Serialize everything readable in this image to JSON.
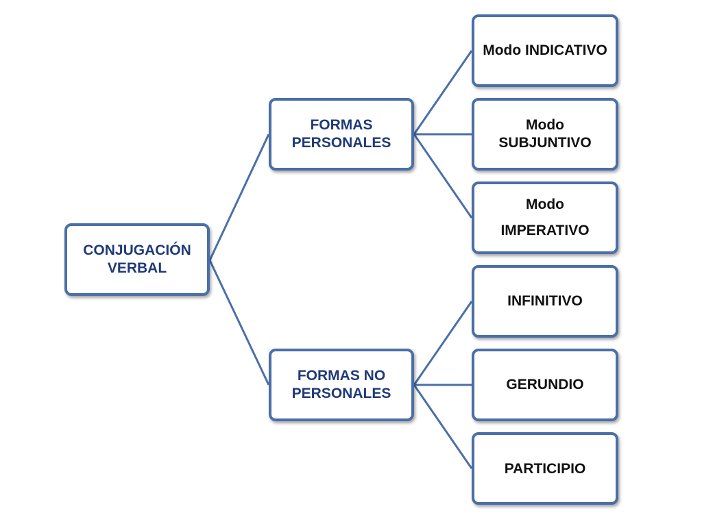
{
  "diagram": {
    "root": {
      "label": "CONJUGACIÓN\nVERBAL"
    },
    "branches": [
      {
        "label": "FORMAS\nPERSONALES",
        "children": [
          {
            "label": "Modo INDICATIVO"
          },
          {
            "label": "Modo\nSUBJUNTIVO"
          },
          {
            "label": "Modo\nIMPERATIVO"
          }
        ]
      },
      {
        "label": "FORMAS NO\nPERSONALES",
        "children": [
          {
            "label": "INFINITIVO"
          },
          {
            "label": "GERUNDIO"
          },
          {
            "label": "PARTICIPIO"
          }
        ]
      }
    ],
    "colors": {
      "border": "#4a6fa8",
      "connector": "#4a6fa8",
      "navy_text": "#1f3a78",
      "black_text": "#111111"
    }
  }
}
